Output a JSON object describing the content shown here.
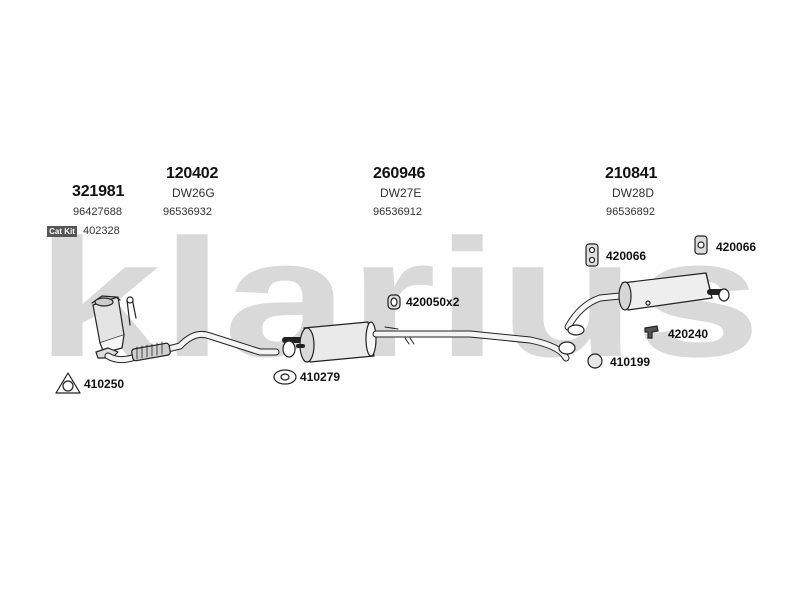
{
  "watermark": {
    "text": "klarius",
    "color": "#d9d9d9"
  },
  "groups": [
    {
      "part": "321981",
      "code": "",
      "oem": "96427688"
    },
    {
      "part": "120402",
      "code": "DW26G",
      "oem": "96536932"
    },
    {
      "part": "260946",
      "code": "DW27E",
      "oem": "96536912"
    },
    {
      "part": "210841",
      "code": "DW28D",
      "oem": "96536892"
    }
  ],
  "catkit": {
    "badge": "Cat Kit",
    "part": "402328"
  },
  "fittings": [
    {
      "label": "410250",
      "icon": "triangle-flange-gasket-icon"
    },
    {
      "label": "410279",
      "icon": "oval-gasket-icon"
    },
    {
      "label": "420050x2",
      "icon": "rubber-hanger-icon"
    },
    {
      "label": "420066",
      "icon": "rubber-hanger-icon"
    },
    {
      "label": "420066",
      "icon": "rubber-hanger-icon"
    },
    {
      "label": "420240",
      "icon": "bracket-clamp-icon"
    },
    {
      "label": "410199",
      "icon": "ring-gasket-icon"
    }
  ],
  "colors": {
    "line": "#222222",
    "fill": "#f2f2f2",
    "shade": "#bdbdbd"
  }
}
